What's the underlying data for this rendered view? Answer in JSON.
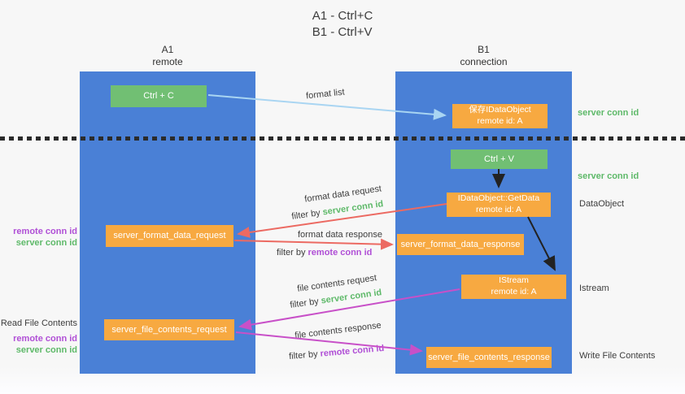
{
  "title": {
    "line1": "A1 - Ctrl+C",
    "line2": "B1 - Ctrl+V"
  },
  "lanes": {
    "a": {
      "id": "A1",
      "role": "remote"
    },
    "b": {
      "id": "B1",
      "role": "connection"
    }
  },
  "nodes": {
    "ctrl_c": "Ctrl + C",
    "save_dataobject_line1": "保存IDataObject",
    "save_dataobject_line2": "remote id: A",
    "ctrl_v": "Ctrl + V",
    "getdata_line1": "IDataObject::GetData",
    "getdata_line2": "remote id: A",
    "format_request": "server_format_data_request",
    "format_response": "server_format_data_response",
    "istream_line1": "IStream",
    "istream_line2": "remote id: A",
    "file_request": "server_file_contents_request",
    "file_response": "server_file_contents_response"
  },
  "side_labels": {
    "right_server_conn_top": "server conn id",
    "right_server_conn_mid": "server conn id",
    "dataobject": "DataObject",
    "istream": "Istream",
    "write_file": "Write File Contents",
    "left_remote_conn_top": "remote conn id",
    "left_server_conn_top": "server conn id",
    "read_file": "Read File Contents",
    "left_remote_conn_bottom": "remote conn id",
    "left_server_conn_bottom": "server conn id"
  },
  "flow_labels": {
    "format_list": "format list",
    "format_request": "format data request",
    "format_request_filter_prefix": "filter by ",
    "format_request_filter_key": "server conn id",
    "format_response": "format data response",
    "format_response_filter_prefix": "filter by ",
    "format_response_filter_key": "remote conn id",
    "file_request": "file contents request",
    "file_request_filter_prefix": "filter by ",
    "file_request_filter_key": "server conn id",
    "file_response": "file contents response",
    "file_response_filter_prefix": "filter by ",
    "file_response_filter_key": "remote conn id"
  },
  "colors": {
    "lane_blue": "#4a80d6",
    "green_box": "#71bf73",
    "orange_box": "#f7a941",
    "green_text": "#5eb969",
    "purple_text": "#b04fd6",
    "arrow_lightblue": "#a9d5f2",
    "arrow_salmon": "#ec6a62",
    "arrow_magenta": "#c850c8",
    "arrow_black": "#222222"
  }
}
